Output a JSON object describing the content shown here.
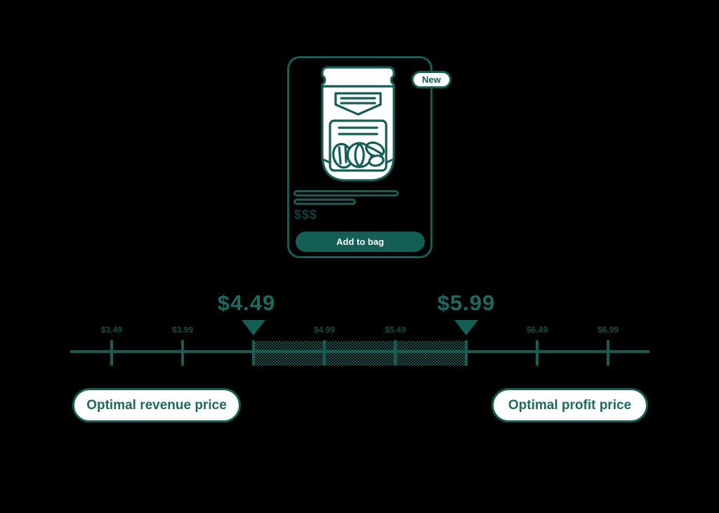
{
  "colors": {
    "teal": "#135E55",
    "teal_text": "#1B6B60",
    "white": "#FFFFFF",
    "background": "#000000"
  },
  "product_card": {
    "badge_label": "New",
    "price_placeholder": "$$$",
    "add_to_bag_label": "Add to bag",
    "illustration": "nut-pouch-illustration"
  },
  "price_scale": {
    "ticks": [
      {
        "label": "$3.49",
        "emphasis": false
      },
      {
        "label": "$3.99",
        "emphasis": false
      },
      {
        "label": "$4.49",
        "emphasis": true
      },
      {
        "label": "$4.99",
        "emphasis": false
      },
      {
        "label": "$5.49",
        "emphasis": false
      },
      {
        "label": "$5.99",
        "emphasis": true
      },
      {
        "label": "$6.49",
        "emphasis": false
      },
      {
        "label": "$6.99",
        "emphasis": false
      }
    ],
    "highlight_range": {
      "from": "$4.49",
      "to": "$5.99"
    },
    "markers": [
      {
        "value": "$4.49",
        "callout": "Optimal revenue price"
      },
      {
        "value": "$5.99",
        "callout": "Optimal profit price"
      }
    ]
  }
}
